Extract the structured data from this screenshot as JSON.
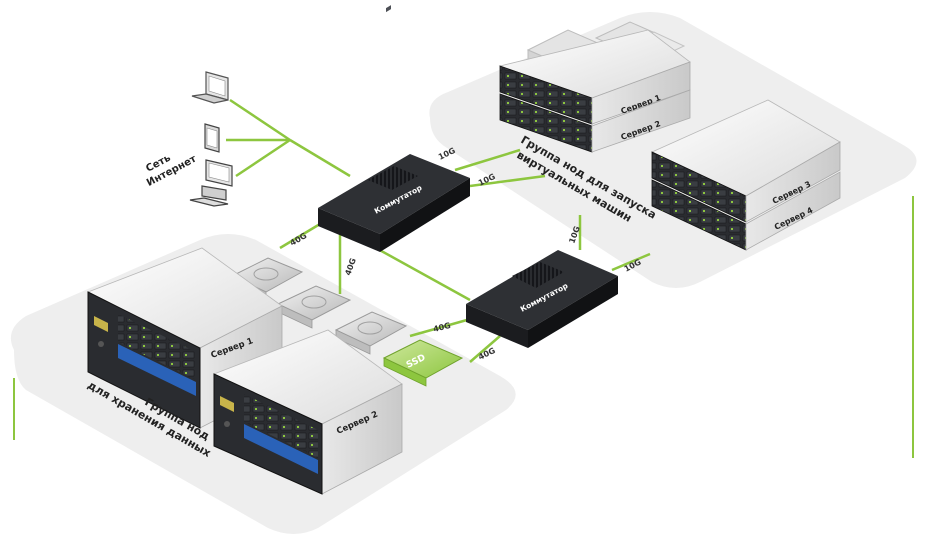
{
  "internet": {
    "label_line1": "Сеть",
    "label_line2": "Интернет"
  },
  "switches": {
    "top": {
      "label": "Коммутатор"
    },
    "bottom": {
      "label": "Коммутатор"
    }
  },
  "links": {
    "top_switch_a": "10G",
    "top_switch_b": "10G",
    "top_to_storage": "40G",
    "top_to_bottom": "40G",
    "vm_group_to_bottom": "10G",
    "bottom_switch_right": "10G",
    "bottom_to_storage_a": "40G",
    "bottom_to_storage_b": "40G"
  },
  "vm_group": {
    "title_line1": "Группа нод для запуска",
    "title_line2": "виртуальных машин",
    "vm_label": "VM",
    "servers": [
      "Сервер 1",
      "Сервер 2",
      "Сервер 3",
      "Сервер 4"
    ]
  },
  "storage_group": {
    "title_line1": "Группа нод",
    "title_line2": "для хранения данных",
    "ssd_label": "SSD",
    "servers": [
      "Сервер 1",
      "Сервер 2"
    ]
  },
  "colors": {
    "accent": "#8dc63f",
    "platform": "#eeeeee",
    "server_front": "#2a2c30",
    "switch_body": "#222427",
    "disk_blue": "#2a62b8"
  }
}
